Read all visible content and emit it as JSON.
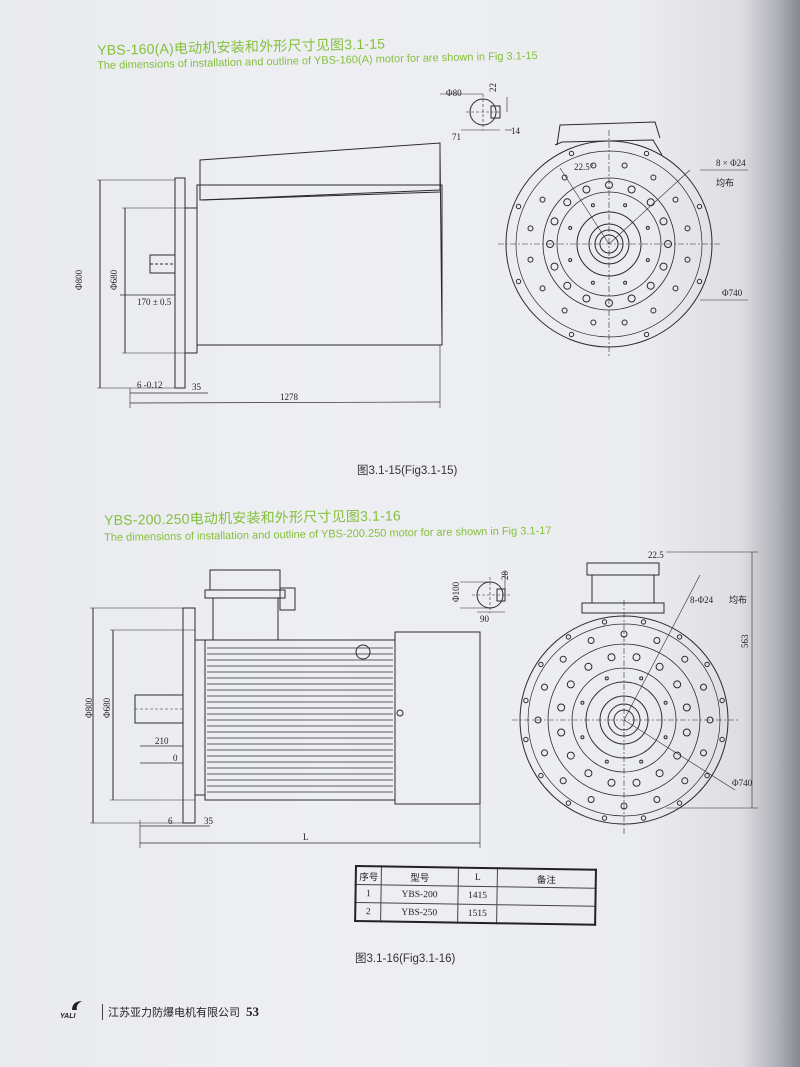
{
  "section1": {
    "title_cn": "YBS-160(A)电动机安装和外形尺寸见图3.1-15",
    "title_en": "The dimensions of installation and outline of YBS-160(A) motor for are shown in Fig 3.1-15",
    "caption": "图3.1-15(Fig3.1-15)",
    "dims": {
      "flange_dia": "Φ800",
      "spigot_dia": "Φ680",
      "shaft_len": "170 ± 0.5",
      "spigot_depth": "6 -0.12",
      "flange_thk": "35",
      "overall_len": "1278",
      "shaft_dia": "Φ80",
      "key_h": "22",
      "shaft_off": "71",
      "key_w": "14",
      "angle": "22.5°",
      "bolts": "8 × Φ24",
      "evenly": "均布",
      "pcd": "Φ740"
    }
  },
  "section2": {
    "title_cn": "YBS-200.250电动机安装和外形尺寸见图3.1-16",
    "title_en": "The dimensions of installation and outline of YBS-200.250 motor for are shown in Fig 3.1-17",
    "caption": "图3.1-16(Fig3.1-16)",
    "dims": {
      "flange_dia": "Φ800",
      "spigot_dia": "Φ680",
      "shaft_len": "210",
      "spigot_depth": "0",
      "spigot_off": "6",
      "flange_thk": "35",
      "overall_len": "L",
      "shaft_dia": "Φ100",
      "key_h": "28",
      "shaft_off": "90",
      "angle": "22.5",
      "bolts": "8-Φ24",
      "evenly": "均布",
      "height": "563",
      "pcd": "Φ740"
    }
  },
  "table": {
    "headers": [
      "序号",
      "型号",
      "L",
      "备注"
    ],
    "rows": [
      [
        "1",
        "YBS-200",
        "1415",
        ""
      ],
      [
        "2",
        "YBS-250",
        "1515",
        ""
      ]
    ]
  },
  "footer": {
    "logo": "YALI",
    "company": "江苏亚力防爆电机有限公司",
    "page": "53"
  }
}
